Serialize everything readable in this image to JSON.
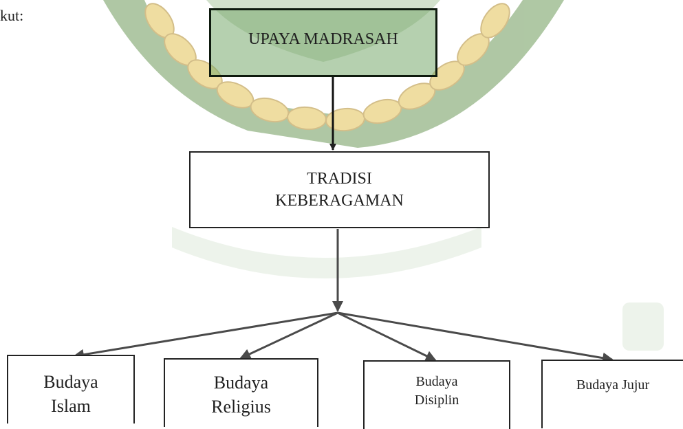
{
  "intro_fragment": "kut:",
  "boxes": {
    "top": "UPAYA MADRASAH",
    "middle": "TRADISI\nKEBERAGAMAN"
  },
  "leaves": [
    {
      "label": "Budaya\nIslam"
    },
    {
      "label": "Budaya\nReligius"
    },
    {
      "label": "Budaya\nDisiplin"
    },
    {
      "label": "Budaya Jujur"
    }
  ],
  "colors": {
    "watermark_green": "#6e9a5a",
    "watermark_gold": "#e3c256",
    "line": "#4a4a4a"
  }
}
